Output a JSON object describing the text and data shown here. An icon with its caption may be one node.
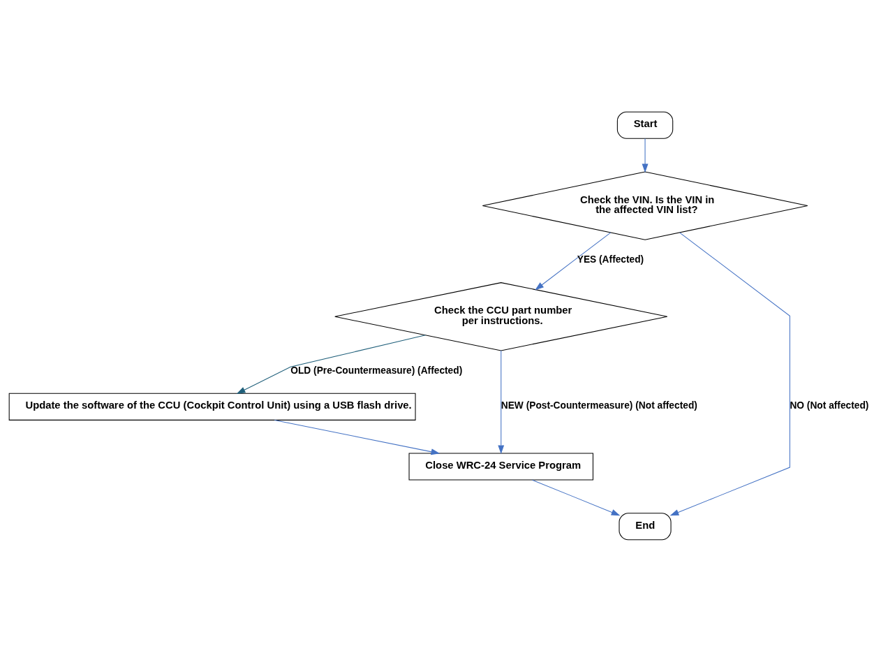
{
  "diagram": {
    "nodes": [
      {
        "text": [
          "Start"
        ]
      },
      {
        "text": [
          "Check the VIN. Is the VIN in the affected VIN list?"
        ]
      },
      {
        "text": [
          "Check the CCU part number per instructions."
        ]
      },
      {
        "text": [
          "Update the software of the CCU (Cockpit Control Unit) using a USB flash drive."
        ]
      },
      {
        "text": [
          "Close WRC-24 Service Program"
        ]
      },
      {
        "text": [
          "End"
        ]
      }
    ],
    "edges": [
      {
        "from": 0,
        "to": 1,
        "arrow": "to"
      },
      {
        "from": 1,
        "to": 2,
        "arrow": "to",
        "label": "YES (Affected)"
      },
      {
        "from": 1,
        "to": 5,
        "arrow": "to",
        "label": "NO (Not affected)"
      },
      {
        "from": 2,
        "to": 3,
        "arrow": "to",
        "label": "OLD (Pre-Countermeasure) (Affected)",
        "color": "#1f5f7a"
      },
      {
        "from": 2,
        "to": 4,
        "arrow": "to",
        "label": "NEW (Post-Countermeasure) (Not affected)"
      },
      {
        "from": 3,
        "to": 4,
        "arrow": "to"
      },
      {
        "from": 4,
        "to": 5,
        "arrow": "to"
      }
    ]
  }
}
